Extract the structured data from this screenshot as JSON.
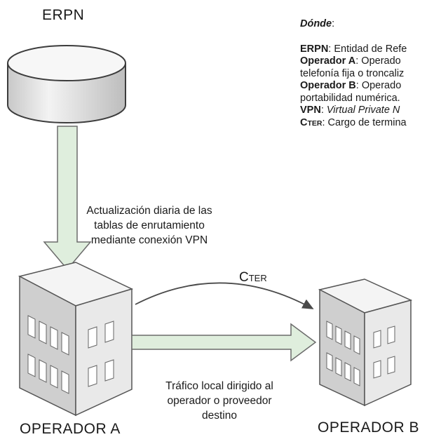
{
  "diagram": {
    "erpn_title": "ERPN",
    "update_caption": [
      "Actualización diaria de las",
      "tablas de enrutamiento",
      "mediante conexión VPN"
    ],
    "cter_label_main": "C",
    "cter_label_sub": "TER",
    "traffic_caption": [
      "Tráfico local dirigido al",
      "operador o proveedor",
      "destino"
    ],
    "operador_a_label": "OPERADOR A",
    "operador_b_label": "OPERADOR B"
  },
  "legend": {
    "heading": "Dónde",
    "heading_colon": ":",
    "items": [
      {
        "term": "ERPN",
        "sep": ":",
        "text": " Entidad de Refe"
      },
      {
        "term": "Operador A",
        "sep": ":",
        "text": " Operado"
      },
      {
        "term": "",
        "sep": "",
        "text": "telefonía fija o troncaliz"
      },
      {
        "term": "Operador B",
        "sep": ":",
        "text": " Operado"
      },
      {
        "term": "",
        "sep": "",
        "text": "portabilidad numérica."
      },
      {
        "term": "VPN",
        "sep": ":",
        "text": " Virtual Private N"
      },
      {
        "term_main": "C",
        "term_sub": "TER",
        "sep": ":",
        "text": " Cargo de termina"
      }
    ]
  },
  "colors": {
    "line": "#4a4a4a",
    "arrow_fill": "#dfeedd",
    "arrow_stroke": "#6b6b6b",
    "building_front": "#e9e9e9",
    "building_side": "#cfcfcf",
    "building_top": "#f4f4f4",
    "window": "#ffffff"
  }
}
